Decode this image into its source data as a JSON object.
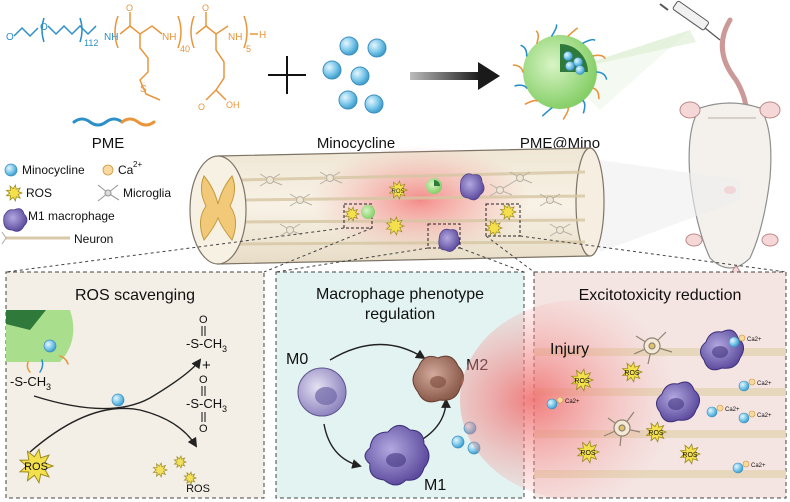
{
  "top": {
    "polymer_label": "PME",
    "drug_label": "Minocycline",
    "product_label": "PME@Mino",
    "chem": {
      "repeat_peg": "112",
      "repeat_met": "40",
      "repeat_glu": "5",
      "amine1": "NH",
      "amine2": "NH",
      "amine3": "NH",
      "ch3o": "O",
      "ester_o": "O",
      "s": "S",
      "oh": "OH",
      "h": "H",
      "o1": "O",
      "o2": "O",
      "o3": "O",
      "o4": "O"
    }
  },
  "legend": {
    "minocycline": "Minocycline",
    "ca": "Ca",
    "ca_sup": "2+",
    "ros": "ROS",
    "microglia": "Microglia",
    "m1": "M1 macrophage",
    "neuron": "Neuron"
  },
  "cord": {
    "ros_tag": "ROS"
  },
  "panels": {
    "ros": {
      "title": "ROS scavenging",
      "thioether": "-S-CH",
      "thioether_sub": "3",
      "sulfoxide": "-S-CH",
      "sulfoxide_sub": "3",
      "sulfone": "-S-CH",
      "sulfone_sub": "3",
      "plus": "+",
      "o": "O",
      "ros_in": "ROS",
      "ros_out": "ROS"
    },
    "macrophage": {
      "title_line1": "Macrophage phenotype",
      "title_line2": "regulation",
      "m0": "M0",
      "m1": "M1",
      "m2": "M2"
    },
    "excito": {
      "title": "Excitotoxicity reduction",
      "injury": "Injury",
      "ros": "ROS",
      "ca": "Ca",
      "ca_sup": "2+"
    }
  },
  "colors": {
    "peg_blue": "#2b8fc9",
    "polymer_orange": "#e8953c",
    "drug_blue": "#7cc8ea",
    "ros_yellow": "#f4e04d",
    "m1_purple": "#7a69b3",
    "m2_brown": "#9a6a5a",
    "nanoparticle_green": "#8ed36f",
    "injury_red": "#f27a7a",
    "panel_left_bg": "#f3efe6",
    "panel_mid_bg": "#e3f3f1",
    "panel_right_bg": "#f4e4e2"
  }
}
